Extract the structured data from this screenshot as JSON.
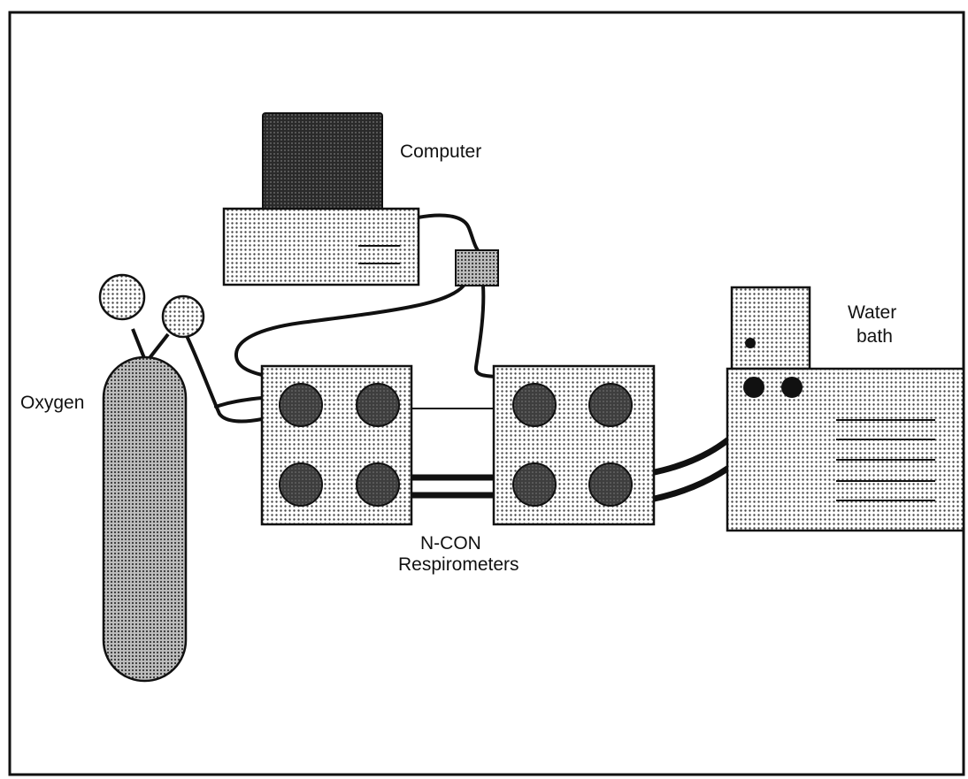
{
  "labels": {
    "computer": "Computer",
    "oxygen": "Oxygen",
    "respirometers_line1": "N-CON",
    "respirometers_line2": "Respirometers",
    "water_bath_line1": "Water",
    "water_bath_line2": "bath"
  },
  "colors": {
    "ink": "#111111",
    "background": "#ffffff",
    "monitor_fill": "#3a3a3a",
    "stipple_fill": "#cfcfcf",
    "port_fill": "#4a4a4a"
  }
}
